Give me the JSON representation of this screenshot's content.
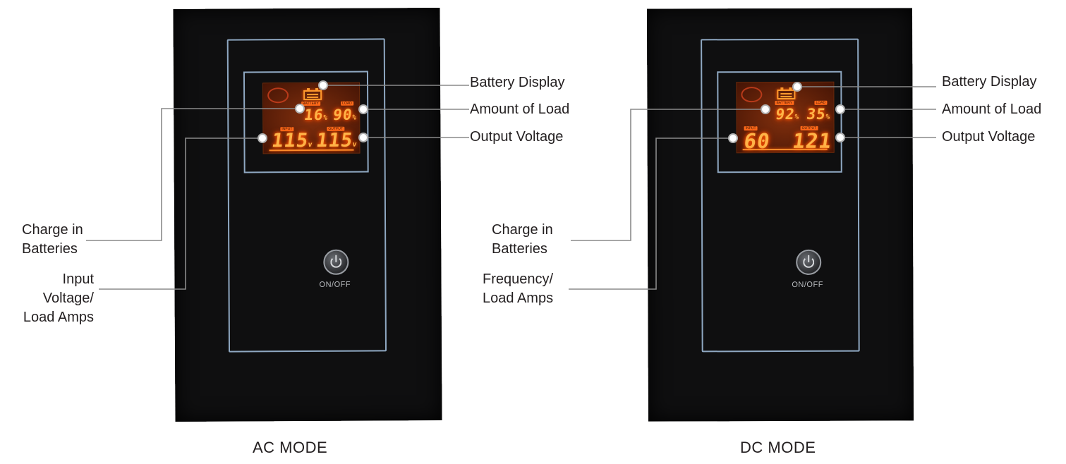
{
  "panels": [
    {
      "id": "ac",
      "mode_label": "AC MODE",
      "button_label": "ON/OFF",
      "lcd": {
        "tag_battery": "BATTERY",
        "tag_load": "LOAD",
        "tag_input": "INPUT",
        "tag_output": "OUTPUT",
        "charge": "16",
        "load": "90",
        "input_value": "115",
        "output_value": "115"
      },
      "callouts": {
        "battery_display": "Battery Display",
        "amount_of_load": "Amount of Load",
        "output_voltage": "Output Voltage",
        "charge_in_batteries": [
          "Charge in",
          "Batteries"
        ],
        "input_voltage": [
          "Input",
          "Voltage/",
          "Load Amps"
        ]
      }
    },
    {
      "id": "dc",
      "mode_label": "DC MODE",
      "button_label": "ON/OFF",
      "lcd": {
        "tag_battery": "BATTERY",
        "tag_load": "LOAD",
        "tag_input": "INPUT",
        "tag_output": "OUTPUT",
        "charge": "92",
        "load": "35",
        "input_value": "60",
        "output_value": "121"
      },
      "callouts": {
        "battery_display": "Battery Display",
        "amount_of_load": "Amount of Load",
        "output_voltage": "Output Voltage",
        "charge_in_batteries": [
          "Charge in",
          "Batteries"
        ],
        "frequency": [
          "Frequency/",
          "Load Amps"
        ]
      }
    }
  ],
  "colors": {
    "panel": "#0f0f10",
    "frame": "#8fa8c2",
    "lcd_digits": "#ffb347",
    "leader_line": "#8a8a8a"
  }
}
